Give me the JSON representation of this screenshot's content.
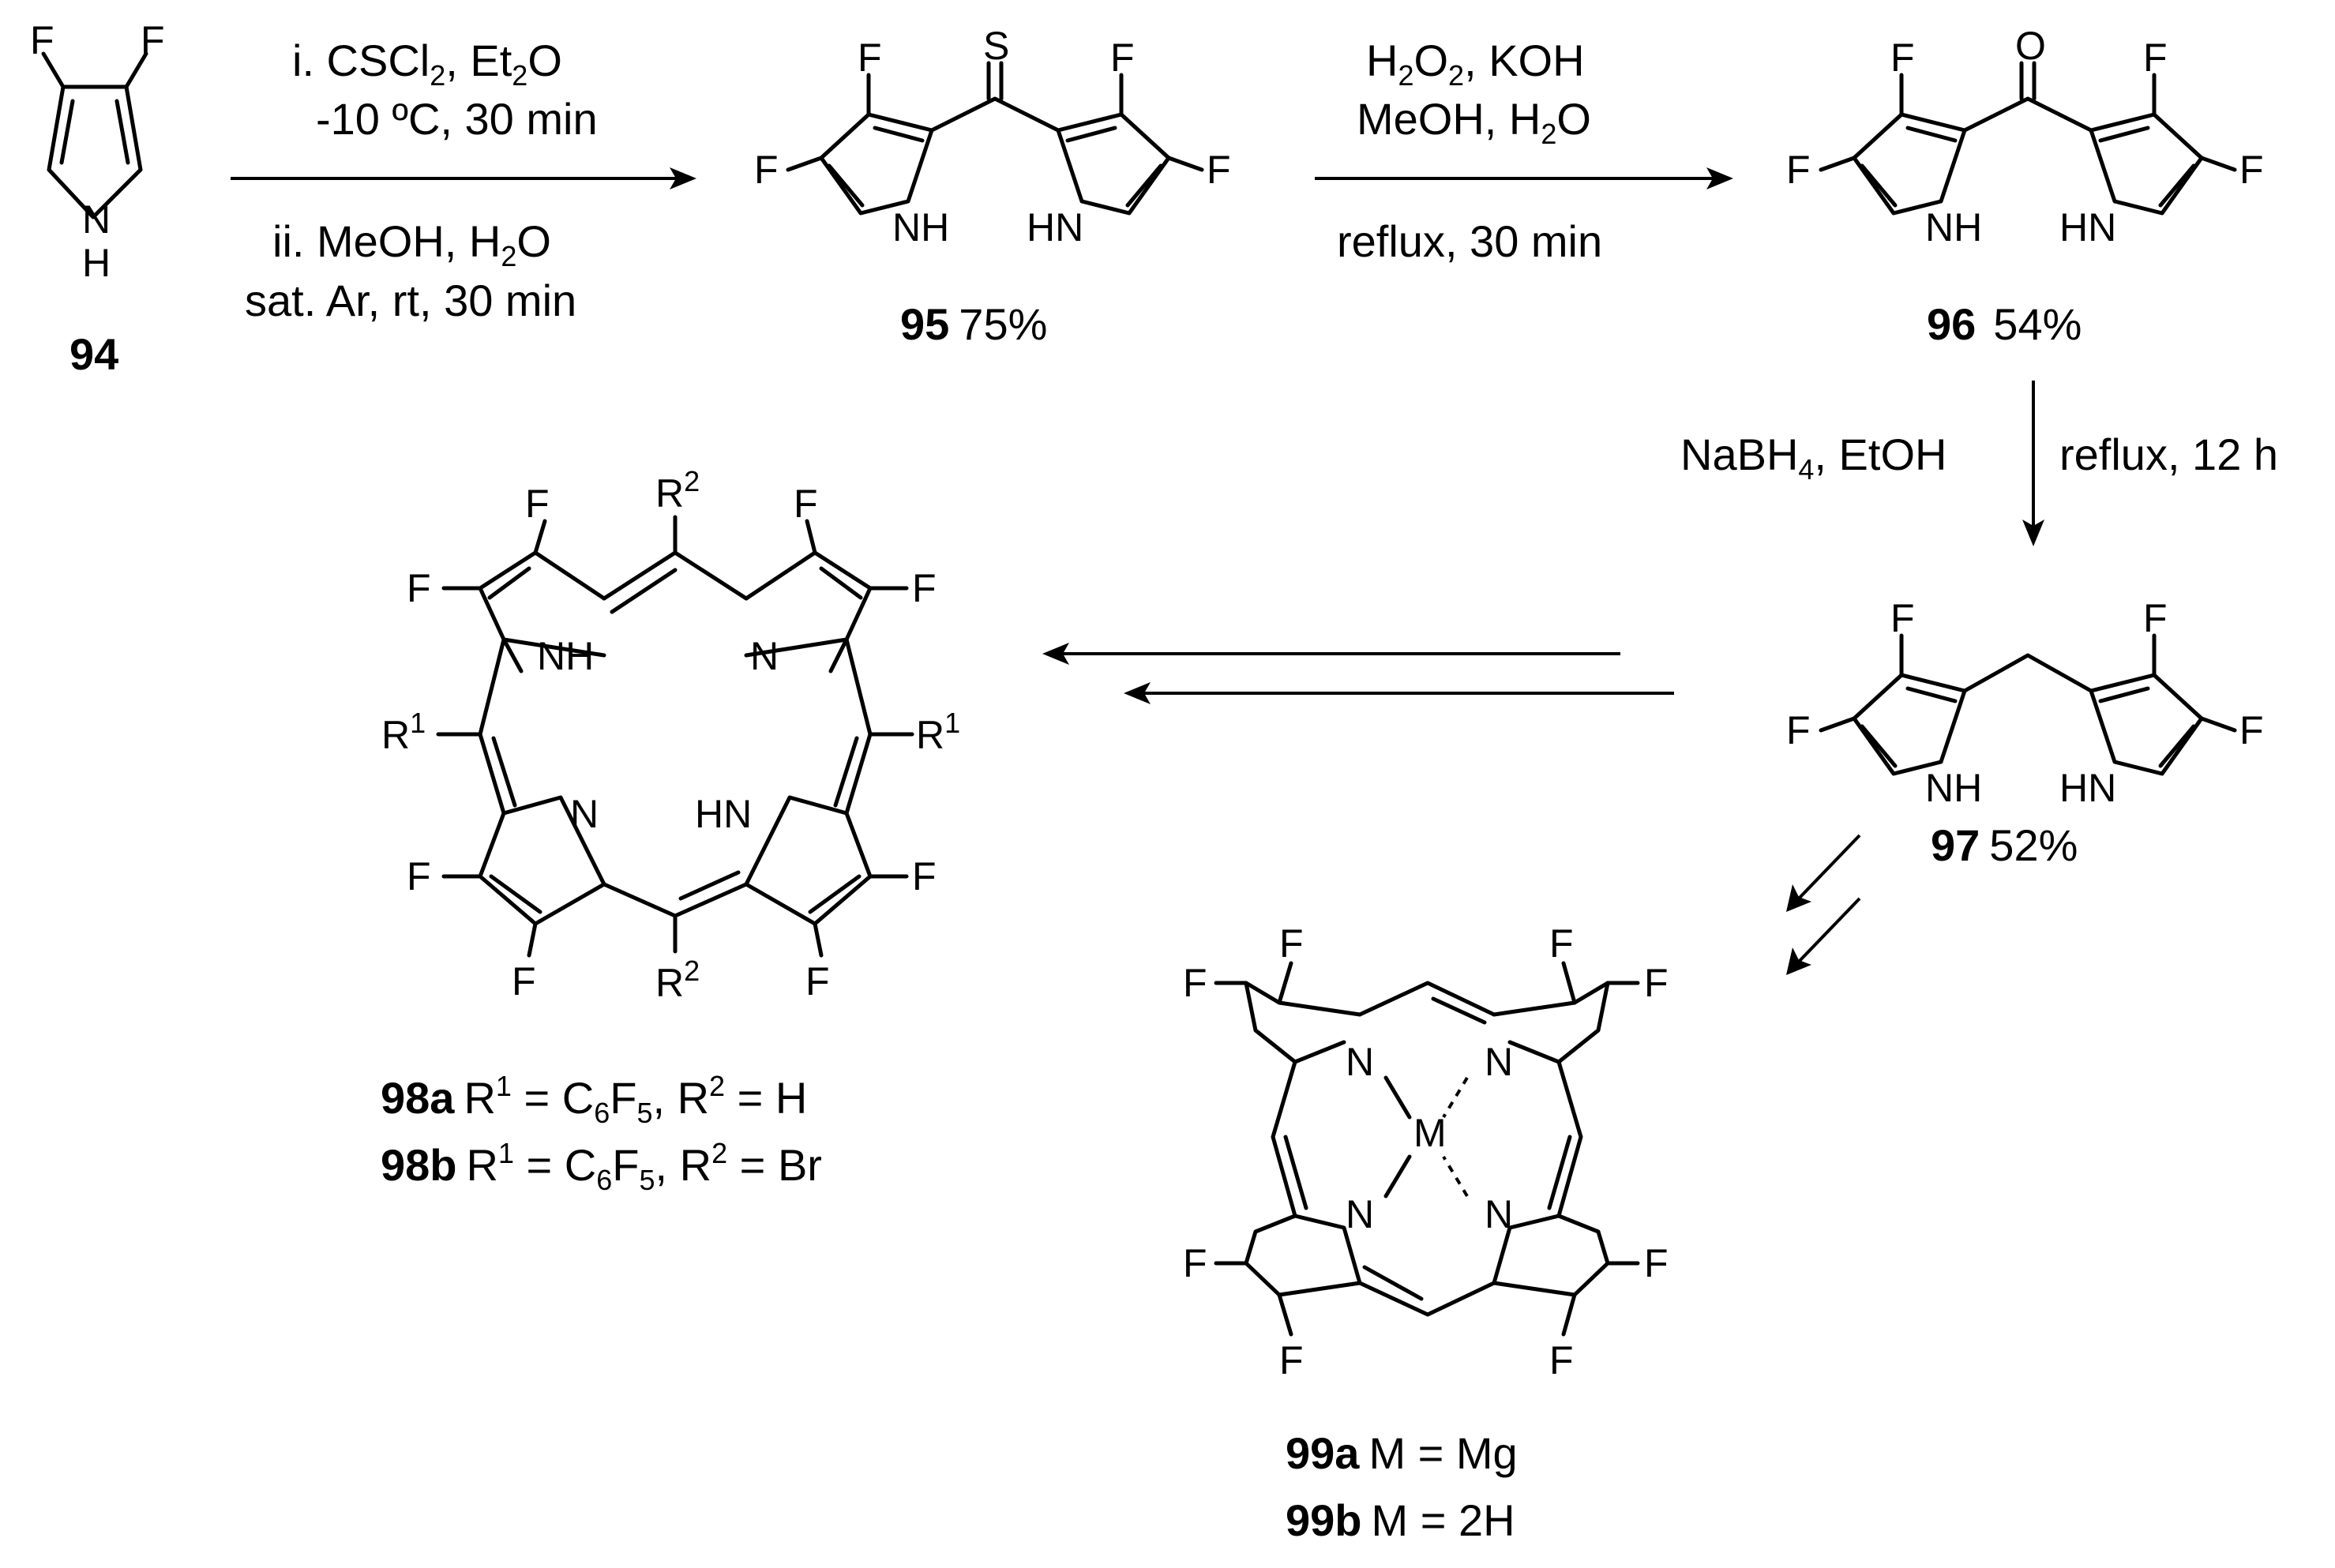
{
  "atoms": {
    "F": "F",
    "N": "N",
    "NH": "NH",
    "HN": "HN",
    "H": "H",
    "S": "S",
    "O": "O",
    "M": "M",
    "R": "R",
    "R1_sup": "1",
    "R2_sup": "2"
  },
  "compounds": {
    "c94": {
      "num": "94"
    },
    "c95": {
      "num": "95",
      "yield": "75%"
    },
    "c96": {
      "num": "96",
      "yield": "54%"
    },
    "c97": {
      "num": "97",
      "yield": "52%"
    },
    "c98a": {
      "num": "98a",
      "text1": "R",
      "sup1": "1",
      "text2": " = C",
      "sub1": "6",
      "text3": "F",
      "sub2": "5",
      "text4": ", R",
      "sup2": "2",
      "text5": " = H"
    },
    "c98b": {
      "num": "98b",
      "text1": "R",
      "sup1": "1",
      "text2": " = C",
      "sub1": "6",
      "text3": "F",
      "sub2": "5",
      "text4": ", R",
      "sup2": "2",
      "text5": " = Br"
    },
    "c99a": {
      "num": "99a",
      "text": "M = Mg"
    },
    "c99b": {
      "num": "99b",
      "text": "M = 2H"
    }
  },
  "conditions": {
    "step1_line1_a": "i. CSCl",
    "step1_line1_sub": "2",
    "step1_line1_b": ", Et",
    "step1_line1_sub2": "2",
    "step1_line1_c": "O",
    "step1_line2": "-10 ºC, 30 min",
    "step1_line3_a": "ii. MeOH, H",
    "step1_line3_sub": "2",
    "step1_line3_b": "O",
    "step1_line4": "sat. Ar, rt, 30 min",
    "step2_line1_a": "H",
    "step2_line1_sub": "2",
    "step2_line1_b": "O",
    "step2_line1_sub2": "2",
    "step2_line1_c": ", KOH",
    "step2_line2_a": "MeOH, H",
    "step2_line2_sub": "2",
    "step2_line2_b": "O",
    "step2_line3": "reflux, 30 min",
    "step3_left_a": "NaBH",
    "step3_left_sub": "4",
    "step3_left_b": ", EtOH",
    "step3_right": "reflux, 12 h"
  }
}
